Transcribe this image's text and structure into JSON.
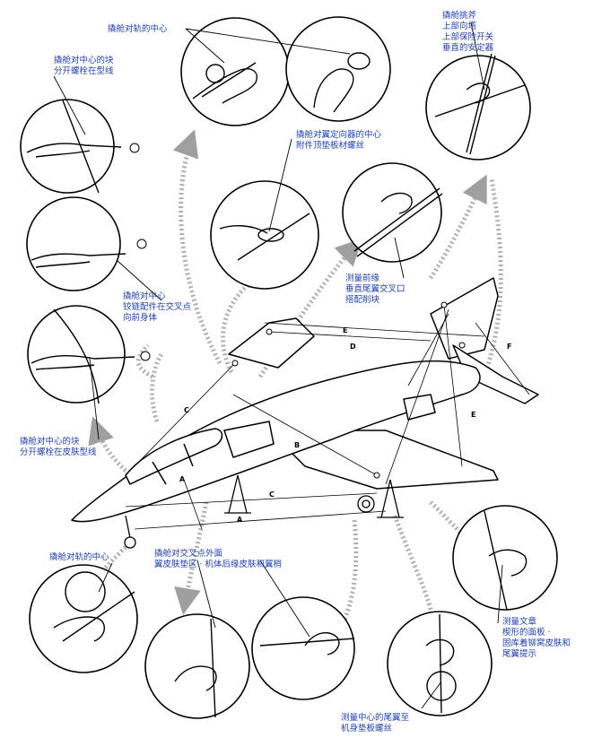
{
  "labels": {
    "tl_center": "撬舱对轨的中心",
    "left_top": [
      "撬舱对中心的块",
      "分开螺栓在型线"
    ],
    "mid_vert": [
      "撬舱对翼定向器的中心",
      "附件顶垫板材螺丝"
    ],
    "right_top": [
      "撬舱挑斧",
      "上部向塔",
      "上部保险开关",
      "垂直的安定器"
    ],
    "right_mid": [
      "测量前缘",
      "垂直尾翼交叉口",
      "搭配削块"
    ],
    "left_mid": [
      "撬舱对中心",
      "铰链配件在交叉点",
      "向前身体"
    ],
    "left_bot": [
      "撬舱对中心的块",
      "分开螺栓在皮肤型线"
    ],
    "bottom_left": "撬舱对轨的中心",
    "bottom_mid": [
      "撬舱对交叉点外面",
      "翼皮肤垫区 · 机体后缘皮肤和翼梢"
    ],
    "right_bot": [
      "测量文章",
      "楔形的面板 ·",
      "固库着铆窝皮肤和",
      "尾翼提示"
    ],
    "bottom_right": [
      "测量中心的尾翼至",
      "机身垫板螺丝"
    ]
  },
  "line_letters": {
    "a": "A",
    "b": "B",
    "c": "C",
    "d": "D",
    "e": "E",
    "f": "F"
  }
}
